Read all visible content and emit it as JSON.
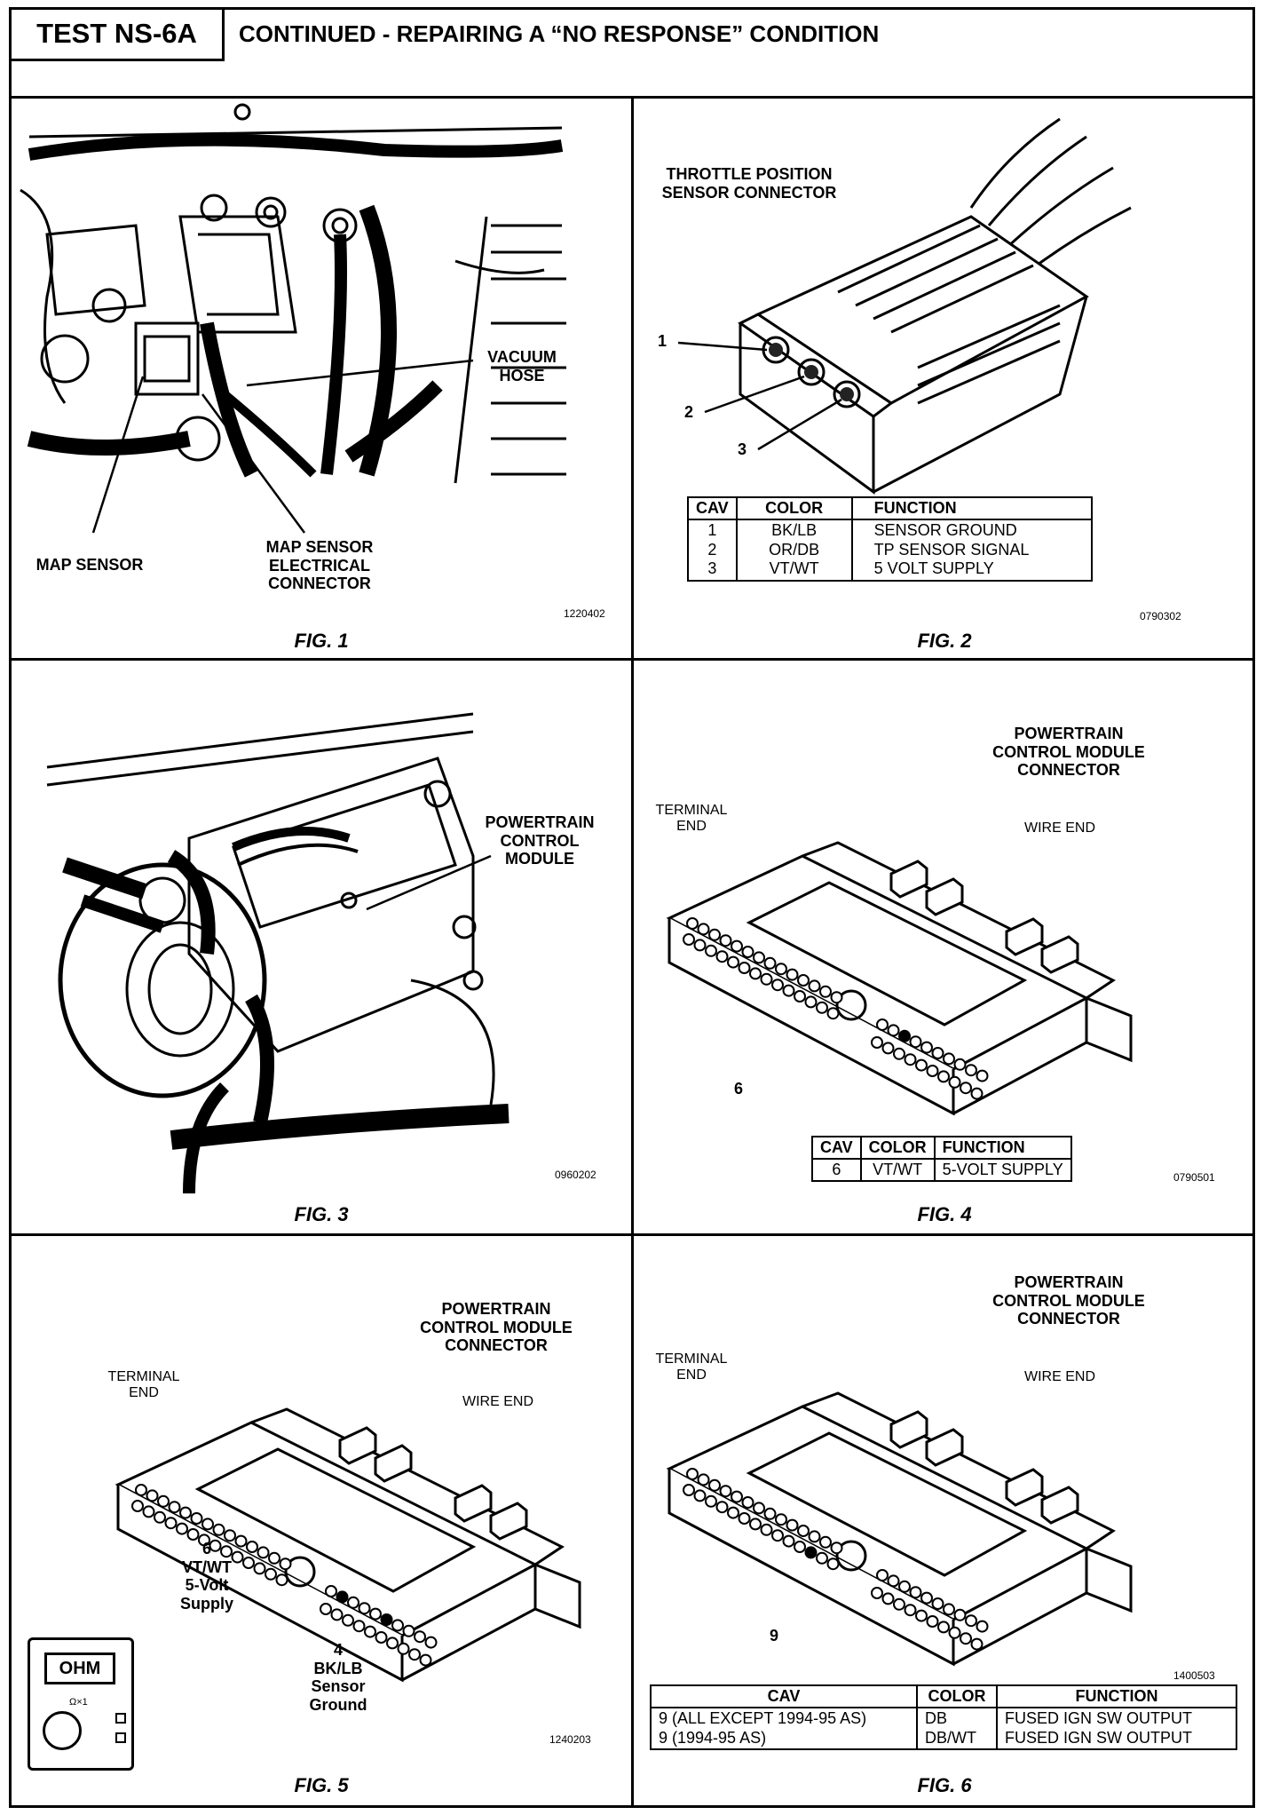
{
  "header": {
    "test_id": "TEST NS-6A",
    "title": "CONTINUED - REPAIRING A “NO RESPONSE” CONDITION"
  },
  "fig1": {
    "caption": "FIG. 1",
    "code": "1220402",
    "labels": {
      "vacuum_hose": [
        "VACUUM",
        "HOSE"
      ],
      "map_sensor": "MAP SENSOR",
      "map_connector": [
        "MAP SENSOR",
        "ELECTRICAL",
        "CONNECTOR"
      ]
    }
  },
  "fig2": {
    "caption": "FIG. 2",
    "code": "0790302",
    "title": [
      "THROTTLE POSITION",
      "SENSOR CONNECTOR"
    ],
    "pins": [
      "1",
      "2",
      "3"
    ],
    "table": {
      "headers": [
        "CAV",
        "COLOR",
        "FUNCTION"
      ],
      "cav": [
        "1",
        "2",
        "3"
      ],
      "color": [
        "BK/LB",
        "OR/DB",
        "VT/WT"
      ],
      "function": [
        "SENSOR GROUND",
        "TP SENSOR SIGNAL",
        "5 VOLT SUPPLY"
      ]
    }
  },
  "fig3": {
    "caption": "FIG. 3",
    "code": "0960202",
    "label": [
      "POWERTRAIN",
      "CONTROL",
      "MODULE"
    ]
  },
  "fig4": {
    "caption": "FIG. 4",
    "code": "0790501",
    "title": [
      "POWERTRAIN",
      "CONTROL MODULE",
      "CONNECTOR"
    ],
    "terminal_end": [
      "TERMINAL",
      "END"
    ],
    "wire_end": "WIRE  END",
    "pin": "6",
    "table": {
      "headers": [
        "CAV",
        "COLOR",
        "FUNCTION"
      ],
      "cav": "6",
      "color": "VT/WT",
      "function": "5-VOLT SUPPLY"
    }
  },
  "fig5": {
    "caption": "FIG. 5",
    "code": "1240203",
    "title": [
      "POWERTRAIN",
      "CONTROL MODULE",
      "CONNECTOR"
    ],
    "terminal_end": [
      "TERMINAL",
      "END"
    ],
    "wire_end": "WIRE  END",
    "pin6_label": [
      "6",
      "VT/WT",
      "5-Volt",
      "Supply"
    ],
    "pin4_label": [
      "4",
      "BK/LB",
      "Sensor",
      "Ground"
    ],
    "meter_display": "OHM",
    "meter_range": "Ω×1"
  },
  "fig6": {
    "caption": "FIG. 6",
    "code": "1400503",
    "title": [
      "POWERTRAIN",
      "CONTROL MODULE",
      "CONNECTOR"
    ],
    "terminal_end": [
      "TERMINAL",
      "END"
    ],
    "wire_end": "WIRE  END",
    "pin": "9",
    "table": {
      "headers": [
        "CAV",
        "COLOR",
        "FUNCTION"
      ],
      "cav": [
        "9 (ALL EXCEPT 1994-95 AS)",
        "9 (1994-95 AS)"
      ],
      "color": [
        "DB",
        "DB/WT"
      ],
      "function": [
        "FUSED IGN SW OUTPUT",
        "FUSED IGN SW OUTPUT"
      ]
    }
  },
  "colors": {
    "ink": "#000000",
    "paper": "#ffffff",
    "shade": "#777777"
  }
}
